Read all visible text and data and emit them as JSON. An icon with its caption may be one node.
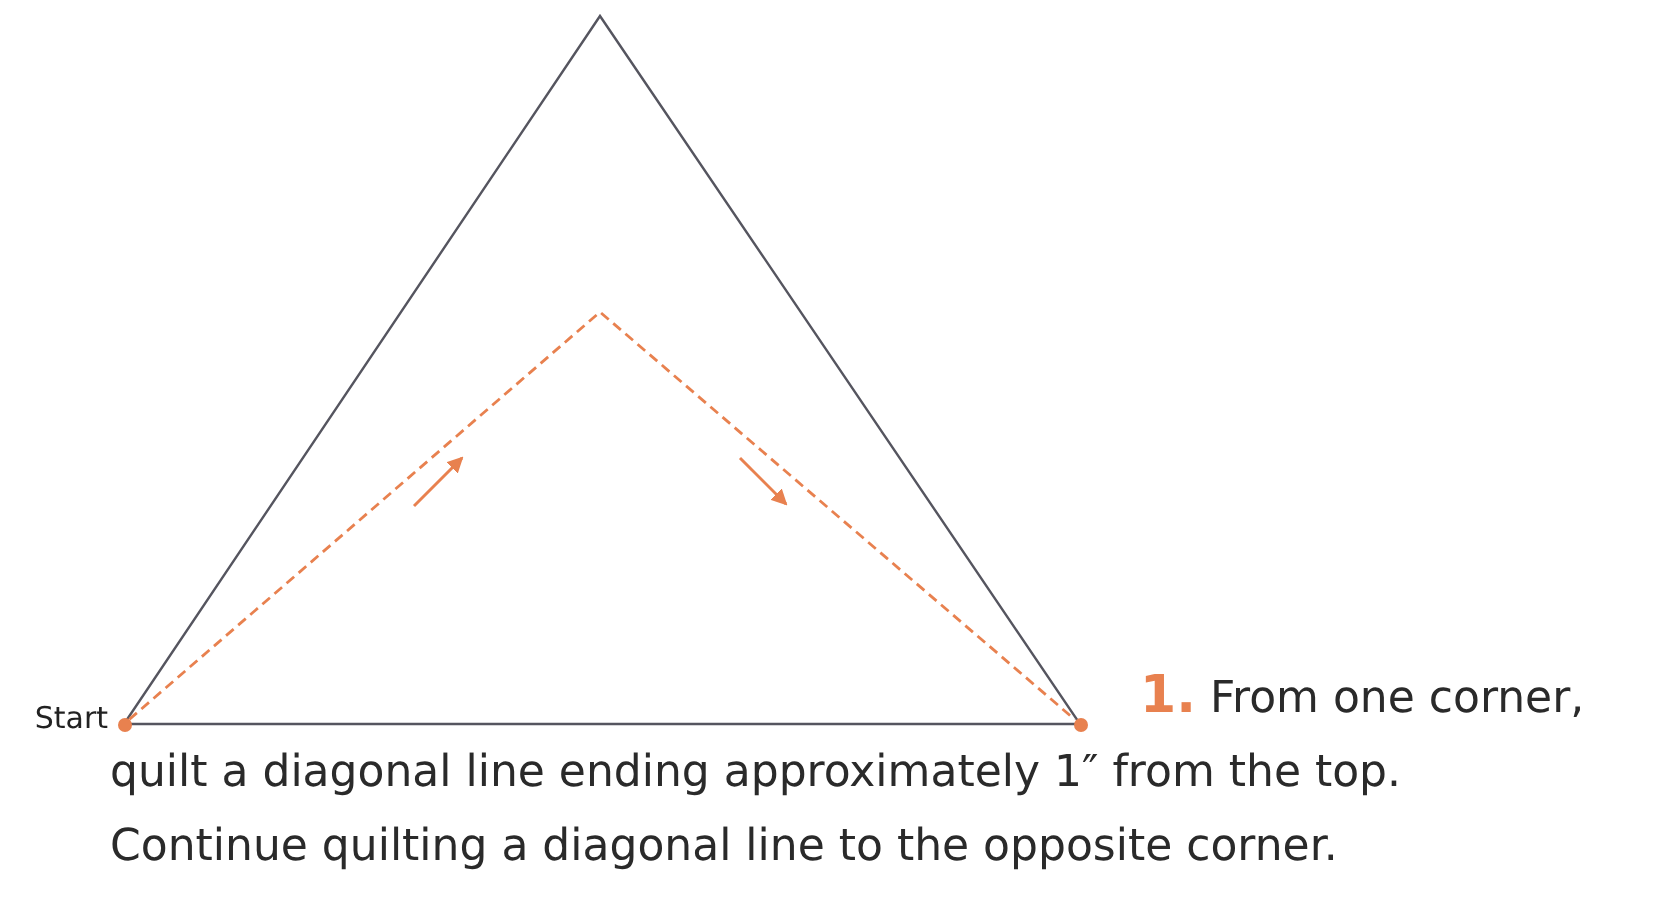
{
  "diagram": {
    "nodes": [
      {
        "text": [],
        "shape": "circle",
        "beside": [
          "Start"
        ]
      },
      {
        "text": [],
        "shape": "circle"
      }
    ],
    "edges": [
      {
        "from": 0,
        "to": 1,
        "arrow": "none",
        "style": "dashed",
        "color": "#e8814f"
      }
    ],
    "labels": [
      "**1.** From one corner, quilt a diagonal line ending approximately 1″ from the top. Continue quilting a diagonal line to the opposite corner."
    ]
  }
}
